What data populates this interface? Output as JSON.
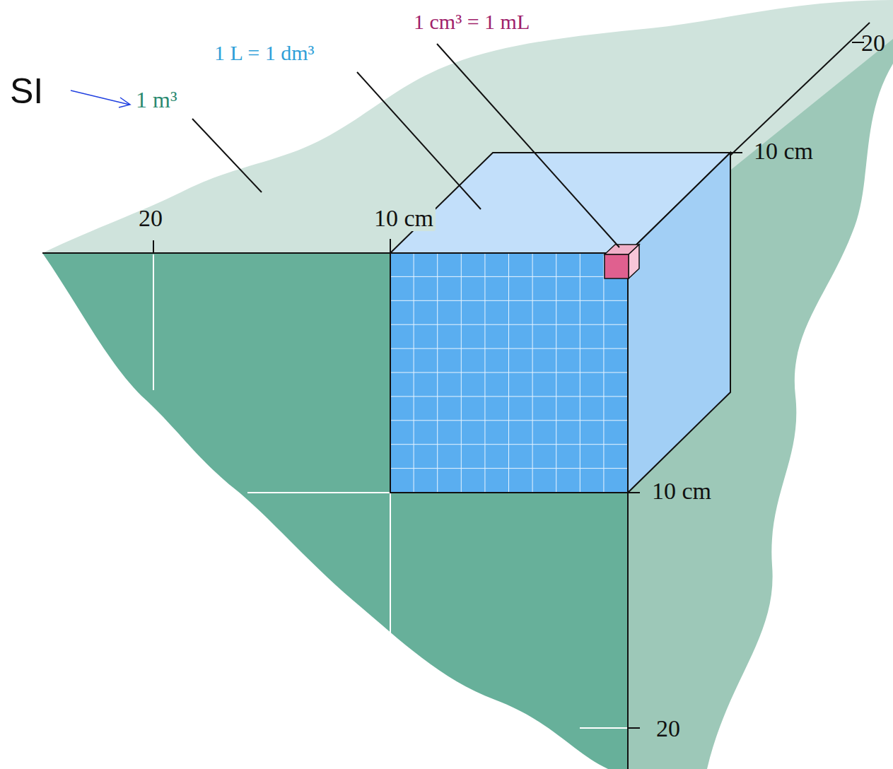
{
  "diagram": {
    "labels": [
      "1 cm³ = 1 mL",
      "20",
      "1 L = 1 dm³",
      "SI",
      "1 m³",
      "10 cm",
      "20",
      "10 cm",
      "10 cm",
      "20"
    ]
  }
}
